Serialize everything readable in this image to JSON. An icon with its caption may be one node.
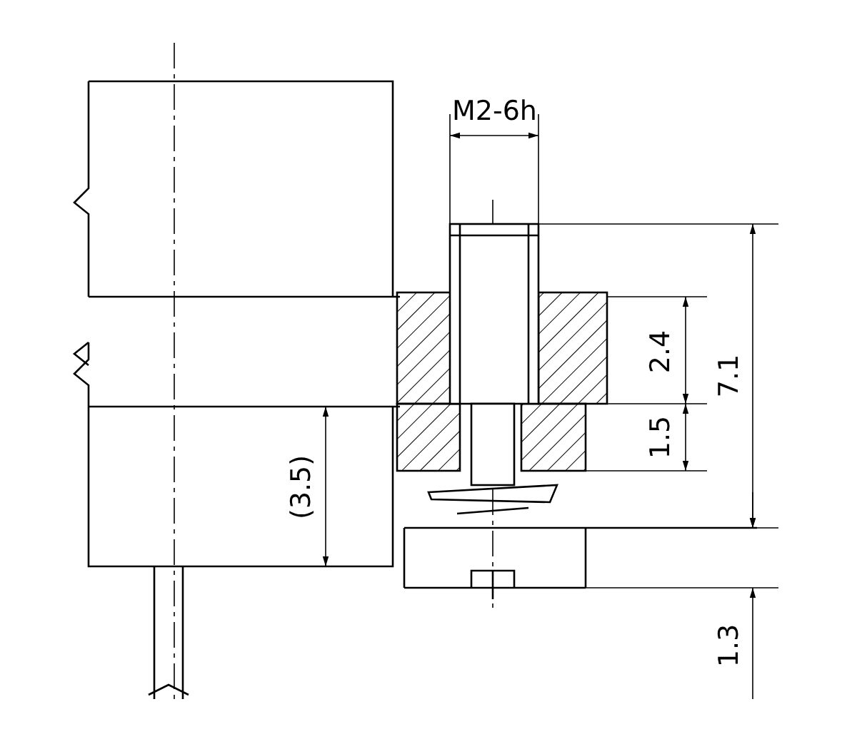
{
  "diagram": {
    "labels": [
      "M2-6h",
      "2.4",
      "7.1",
      "1.5",
      "(3.5)",
      "1.3"
    ]
  }
}
